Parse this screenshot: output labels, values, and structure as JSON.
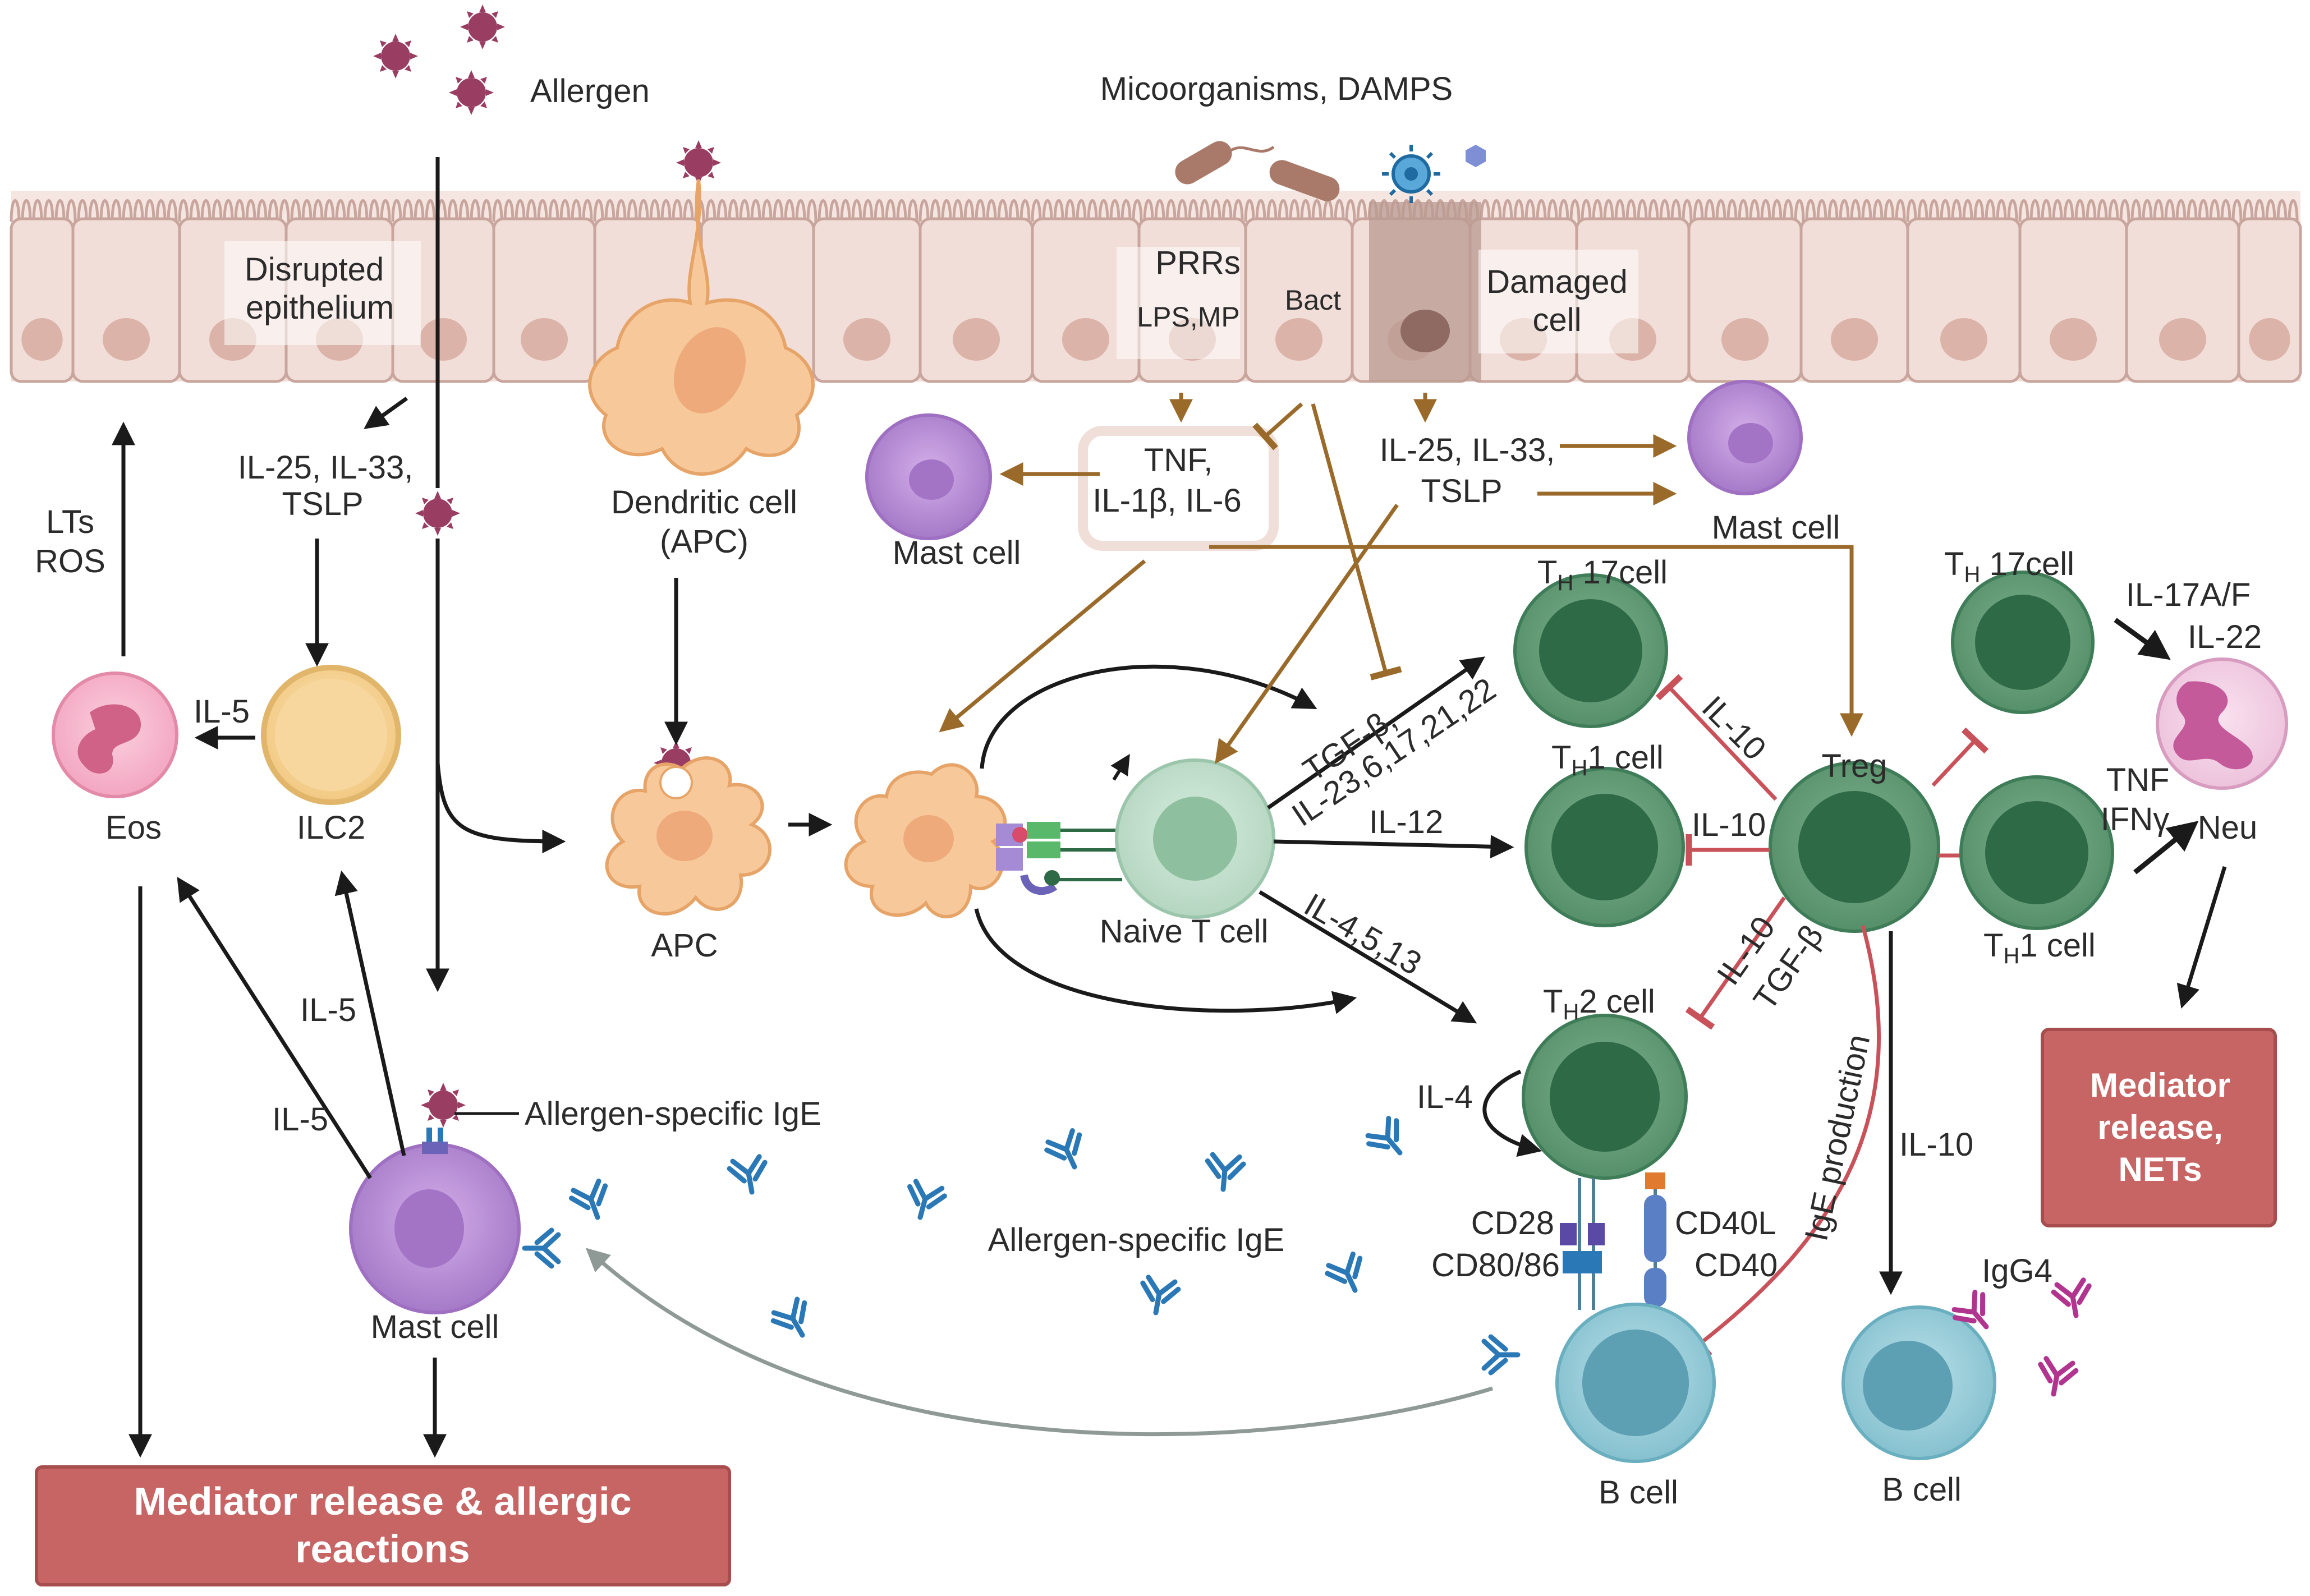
{
  "labels": {
    "allergen": "Allergen",
    "microorganisms": "Micoorganisms, DAMPS",
    "disrupted_1": "Disrupted",
    "disrupted_2": "epithelium",
    "prrs": "PRRs",
    "lps_mp": "LPS,MP",
    "bact": "Bact",
    "damaged_1": "Damaged",
    "damaged_2": "cell",
    "il25_left_1": "IL-25, IL-33,",
    "il25_left_2": "TSLP",
    "il25_right_1": "IL-25, IL-33,",
    "il25_right_2": "TSLP",
    "tnf_1": "TNF,",
    "tnf_2": "IL-1β, IL-6",
    "lts": "LTs",
    "ros": "ROS",
    "dendritic_1": "Dendritic cell",
    "dendritic_2": "(APC)",
    "mast_top_left": "Mast cell",
    "mast_top_right": "Mast cell",
    "eos": "Eos",
    "ilc2": "ILC2",
    "il5_ilc2": "IL-5",
    "apc": "APC",
    "naive_t": "Naive T cell",
    "tgf_1": "TGF-β,",
    "tgf_2": "IL-23,6,17,21,22",
    "il12": "IL-12",
    "il4513": "IL-4,5,13",
    "th17_mid_prefix": "T",
    "th17_mid_sub": "H",
    "th17_mid_suffix": " 17cell",
    "th1_mid_prefix": "T",
    "th1_mid_sub": "H",
    "th1_mid_suffix": "1 cell",
    "th2_prefix": "T",
    "th2_sub": "H",
    "th2_suffix": "2 cell",
    "treg": "Treg",
    "il10_a": "IL-10",
    "il10_b": "IL-10",
    "il10_c": "IL-10",
    "tgfb_c": "TGF-β",
    "ige_production": "IgE production",
    "il10_d": "IL-10",
    "th17_right_prefix": "T",
    "th17_right_sub": "H",
    "th17_right_suffix": " 17cell",
    "th1_right_prefix": "T",
    "th1_right_sub": "H",
    "th1_right_suffix": "1 cell",
    "il17": "IL-17A/F",
    "il22": "IL-22",
    "tnf_r": "TNF",
    "ifng": "IFNγ",
    "neu": "Neu",
    "mediator_r_1": "Mediator",
    "mediator_r_2": "release,",
    "mediator_r_3": "NETs",
    "il4": "IL-4",
    "cd28": "CD28",
    "cd8086": "CD80/86",
    "cd40l": "CD40L",
    "cd40": "CD40",
    "allergen_ige_top": "Allergen-specific IgE",
    "allergen_ige_mid": "Allergen-specific IgE",
    "il5_a": "IL-5",
    "il5_b": "IL-5",
    "mast_bottom": "Mast cell",
    "bcell_1": "B cell",
    "bcell_2": "B cell",
    "igg4": "IgG4",
    "mediator_main_1": "Mediator release & allergic",
    "mediator_main_2": "reactions"
  },
  "colors": {
    "epithelium": "#f2ded8",
    "epithelium_nucleus": "#dbb3a8",
    "brown_arrow": "#9a6a2a",
    "inhibit_red": "#c9525a",
    "t_cell_green": "#3f7d58",
    "t_cell_dark": "#2f6a46",
    "mast_purple": "#b98ad6",
    "b_cell_blue": "#8ec7d3",
    "antibody_blue": "#2b78b6",
    "igg4_magenta": "#b1348f",
    "mediator_box": "#c76565"
  }
}
